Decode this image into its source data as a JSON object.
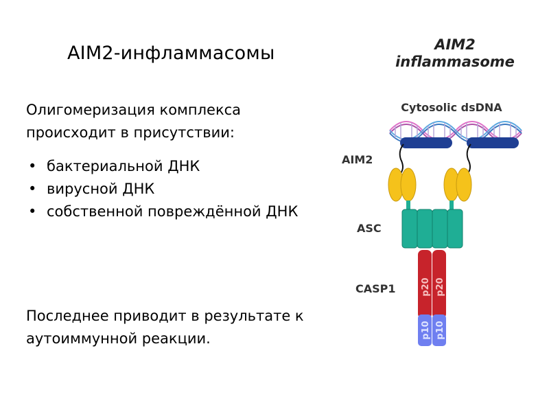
{
  "slide": {
    "title": "AIM2-инфламмасомы",
    "intro": "Олигомеризация комплекса происходит в присутствии:",
    "bullets": [
      "бактериальной ДНК",
      "вирусной ДНК",
      "собственной повреждённой ДНК"
    ],
    "conclusion": "Последнее приводит в результате к аутоиммунной реакции."
  },
  "diagram": {
    "title_line1": "AIM2",
    "title_line2": "inflammasome",
    "dna_label": "Cytosolic dsDNA",
    "aim2_label": "AIM2",
    "asc_label": "ASC",
    "casp1_label": "CASP1",
    "p20_label": "p20",
    "p10_label": "p10",
    "colors": {
      "hin_domain": "#1f3f93",
      "pyrin": "#f5c21b",
      "asc": "#1fae95",
      "p20": "#c7232b",
      "p10": "#6f7ff0",
      "dna_strand_1": "#e070c8",
      "dna_strand_2": "#5aa8e0"
    }
  }
}
